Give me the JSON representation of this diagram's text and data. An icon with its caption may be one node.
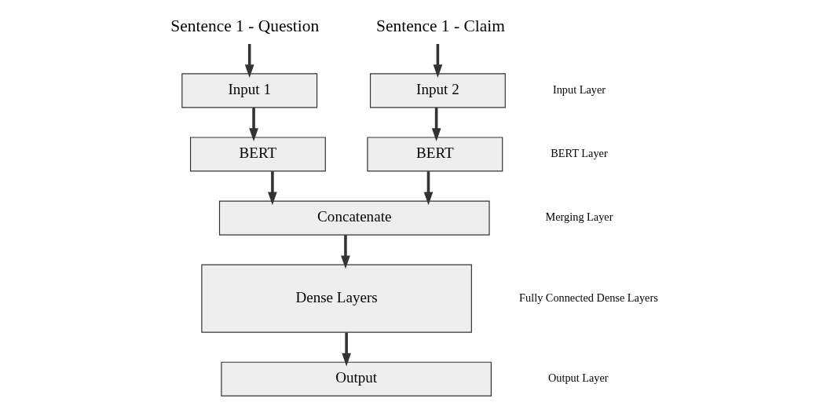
{
  "diagram": {
    "nodes": [
      {
        "text": [
          "Sentence 1 - Question"
        ]
      },
      {
        "text": [
          "Sentence 1 - Claim"
        ]
      },
      {
        "text": [
          "Input 1"
        ]
      },
      {
        "text": [
          "Input 2"
        ]
      },
      {
        "text": [
          "BERT"
        ]
      },
      {
        "text": [
          "BERT"
        ]
      },
      {
        "text": [
          "Concatenate"
        ]
      },
      {
        "text": [
          "Dense Layers"
        ]
      },
      {
        "text": [
          "Output"
        ]
      }
    ],
    "edges": [
      {
        "from": 0,
        "to": 2,
        "arrow": "to"
      },
      {
        "from": 1,
        "to": 3,
        "arrow": "to"
      },
      {
        "from": 2,
        "to": 4,
        "arrow": "to"
      },
      {
        "from": 3,
        "to": 5,
        "arrow": "to"
      },
      {
        "from": 4,
        "to": 6,
        "arrow": "to"
      },
      {
        "from": 5,
        "to": 6,
        "arrow": "to"
      },
      {
        "from": 6,
        "to": 7,
        "arrow": "to"
      },
      {
        "from": 7,
        "to": 8,
        "arrow": "to"
      }
    ],
    "labels": [
      "Input Layer",
      "BERT Layer",
      "Merging Layer",
      "Fully Connected Dense Layers",
      "Output Layer"
    ]
  }
}
